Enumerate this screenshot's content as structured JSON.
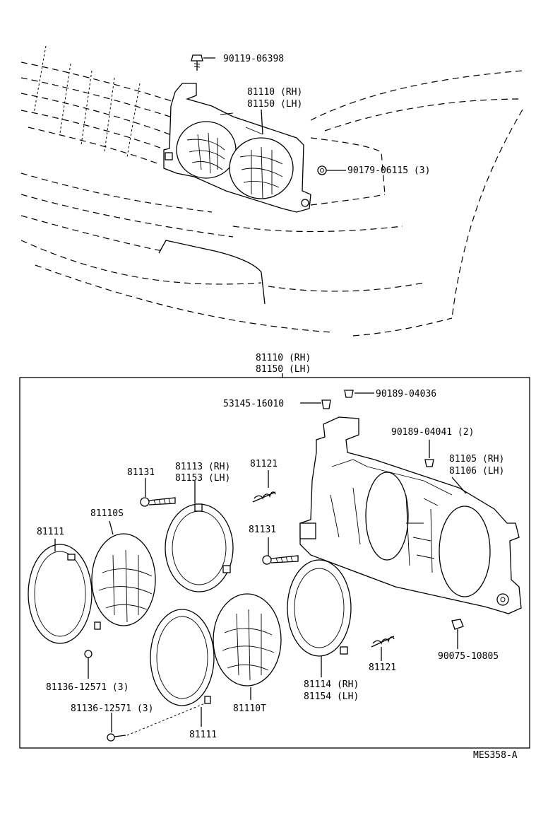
{
  "diagram_code": "MES358-A",
  "top": {
    "labels": [
      {
        "key": "bolt_top",
        "text": "90119-06398"
      },
      {
        "key": "rh",
        "text": "81110 (RH)"
      },
      {
        "key": "lh",
        "text": "81150 (LH)"
      },
      {
        "key": "nut",
        "text": "90179-06115 (3)"
      }
    ]
  },
  "exploded": {
    "assembly_label": [
      "81110 (RH)",
      "81150 (LH)"
    ],
    "labels": [
      {
        "key": "clip_53145",
        "text": "53145-16010"
      },
      {
        "key": "clip_90189_a",
        "text": "90189-04036"
      },
      {
        "key": "clip_90189_b",
        "text": "90189-04041 (2)"
      },
      {
        "key": "housing_rh",
        "text": "81105 (RH)"
      },
      {
        "key": "housing_lh",
        "text": "81106 (LH)"
      },
      {
        "key": "screw_81131_a",
        "text": "81131"
      },
      {
        "key": "ring_81113",
        "text": "81113 (RH)"
      },
      {
        "key": "ring_81153",
        "text": "81153 (LH)"
      },
      {
        "key": "spring_81121_a",
        "text": "81121"
      },
      {
        "key": "bulb_81110s",
        "text": "81110S"
      },
      {
        "key": "rim_81111_a",
        "text": "81111"
      },
      {
        "key": "screw_81131_b",
        "text": "81131"
      },
      {
        "key": "screw_81136_a",
        "text": "81136-12571 (3)"
      },
      {
        "key": "screw_81136_b",
        "text": "81136-12571 (3)"
      },
      {
        "key": "rim_81111_b",
        "text": "81111"
      },
      {
        "key": "bulb_81110t",
        "text": "81110T"
      },
      {
        "key": "ring_81114",
        "text": "81114 (RH)"
      },
      {
        "key": "ring_81154",
        "text": "81154 (LH)"
      },
      {
        "key": "spring_81121_b",
        "text": "81121"
      },
      {
        "key": "nut_90075",
        "text": "90075-10805"
      }
    ]
  }
}
